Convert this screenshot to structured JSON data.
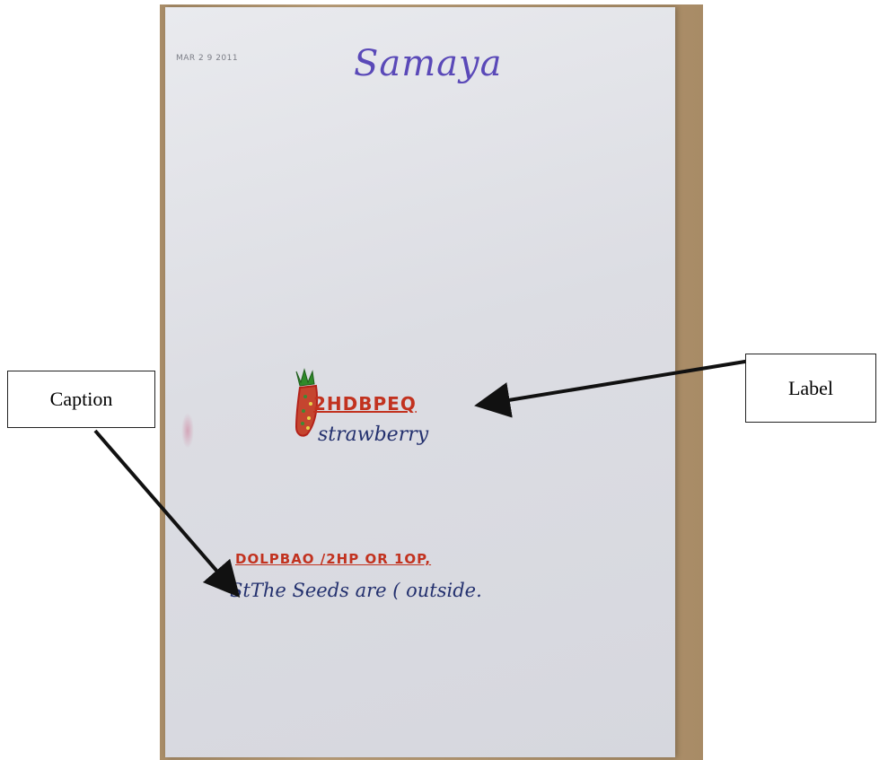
{
  "photo": {
    "date_stamp": "MAR 2 9 2011",
    "student_name": "Samaya",
    "drawing": "strawberry-drawing",
    "label_scribble": "2HDBPEQ",
    "label_word": "strawberry",
    "caption_scribble": "DOLPBAO /2HP OR 1OP,",
    "caption_text": "StThe Seeds are ( outside."
  },
  "callouts": {
    "label": "Label",
    "caption": "Caption"
  },
  "colors": {
    "name_ink": "#5a49b8",
    "red_ink": "#c2321f",
    "blue_ink": "#23306e",
    "strawberry_leaf": "#2f8a2a"
  }
}
